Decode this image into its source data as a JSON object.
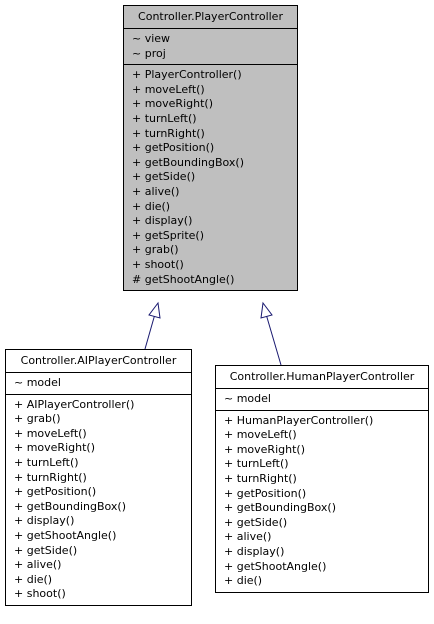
{
  "colors": {
    "base_fill": "#bfbfbf",
    "edge": "#191970",
    "border": "#000000"
  },
  "classes": {
    "player": {
      "name": "Controller.PlayerController",
      "attributes": [
        "~ view",
        "~ proj"
      ],
      "methods": [
        "+ PlayerController()",
        "+ moveLeft()",
        "+ moveRight()",
        "+ turnLeft()",
        "+ turnRight()",
        "+ getPosition()",
        "+ getBoundingBox()",
        "+ getSide()",
        "+ alive()",
        "+ die()",
        "+ display()",
        "+ getSprite()",
        "+ grab()",
        "+ shoot()",
        "# getShootAngle()"
      ]
    },
    "ai": {
      "name": "Controller.AIPlayerController",
      "attributes": [
        "~ model"
      ],
      "methods": [
        "+ AIPlayerController()",
        "+ grab()",
        "+ moveLeft()",
        "+ moveRight()",
        "+ turnLeft()",
        "+ turnRight()",
        "+ getPosition()",
        "+ getBoundingBox()",
        "+ display()",
        "+ getShootAngle()",
        "+ getSide()",
        "+ alive()",
        "+ die()",
        "+ shoot()"
      ]
    },
    "human": {
      "name": "Controller.HumanPlayerController",
      "attributes": [
        "~ model"
      ],
      "methods": [
        "+ HumanPlayerController()",
        "+ moveLeft()",
        "+ moveRight()",
        "+ turnLeft()",
        "+ turnRight()",
        "+ getPosition()",
        "+ getBoundingBox()",
        "+ getSide()",
        "+ alive()",
        "+ display()",
        "+ getShootAngle()",
        "+ die()"
      ]
    }
  }
}
